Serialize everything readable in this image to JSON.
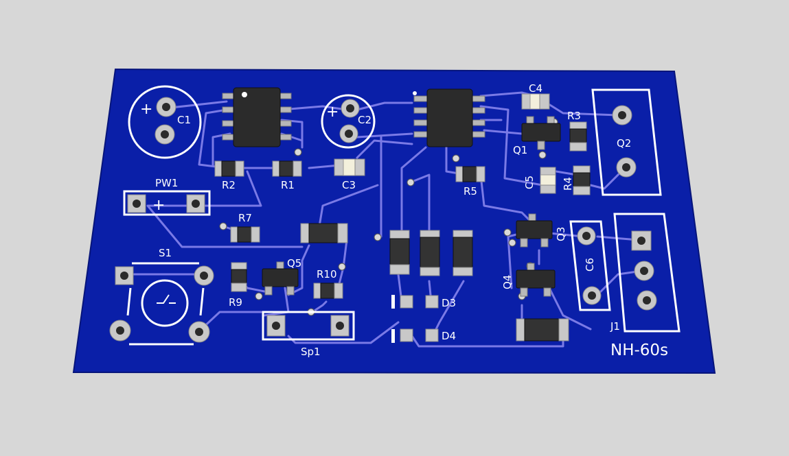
{
  "board": {
    "background": "#d7d7d7",
    "substrate_color": "#0a1fa8",
    "trace_color": "#7a7ae6",
    "silkscreen_color": "#ffffff",
    "name": "NH-60s"
  },
  "labels": {
    "c1": "C1",
    "c1_plus": "+",
    "c2": "C2",
    "c2_plus": "+",
    "c3": "C3",
    "c4": "C4",
    "c5": "C5",
    "c6": "C6",
    "r1": "R1",
    "r2": "R2",
    "r3": "R3",
    "r4": "R4",
    "r5": "R5",
    "r7": "R7",
    "r9": "R9",
    "r10": "R10",
    "q1": "Q1",
    "q2": "Q2",
    "q3": "Q3",
    "q4": "Q4",
    "q5": "Q5",
    "d3": "D3",
    "d4": "D4",
    "pw1": "PW1",
    "pw1_plus": "+",
    "s1": "S1",
    "sp1": "Sp1",
    "j1": "J1"
  }
}
